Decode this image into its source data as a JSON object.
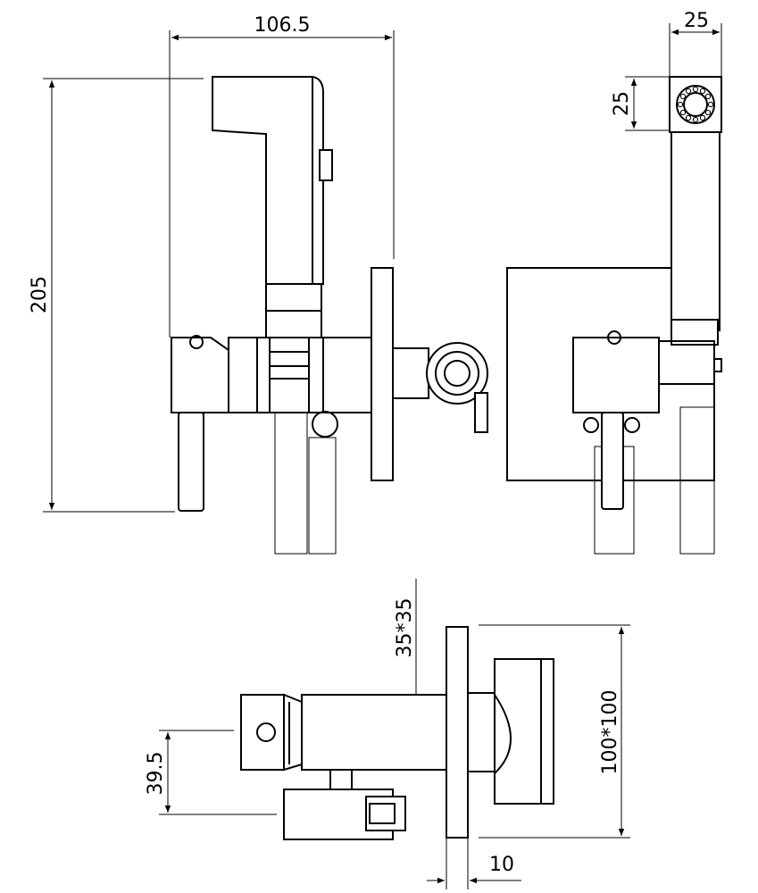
{
  "dimensions": {
    "side_width": "106.5",
    "side_height": "205",
    "head_width": "25",
    "head_height": "25",
    "body_section": "35*35",
    "plate_size": "100*100",
    "outlet_offset": "39.5",
    "plate_thickness": "10"
  }
}
